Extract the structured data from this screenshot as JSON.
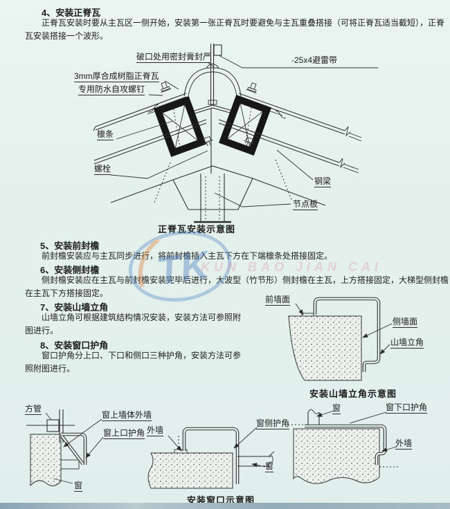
{
  "colors": {
    "background": "#e4f0ec",
    "ink": "#222222",
    "watermark_blue": "#4d80c4",
    "watermark_orange": "#e08440",
    "watermark_pink": "#e590a8"
  },
  "sections": {
    "s4": {
      "heading": "4、安装正脊瓦",
      "body": "正脊瓦安装时要从主瓦区一侧开始，安装第一张正脊瓦时要避免与主瓦重叠搭接（可将正脊瓦适当截短），正脊瓦安装搭接一个波形。"
    },
    "s5": {
      "heading": "5、安装前封檐",
      "body": "前封檐安装应与主瓦同步进行，将前封檐插入主瓦下方在下端檩条处搭接固定。"
    },
    "s6": {
      "heading": "6、安装侧封檐",
      "body": "侧封檐安装应在主瓦与前封檐安装完毕后进行，大波型（竹节形）侧封檐在主瓦，上方搭接固定，大梯型侧封檐在主瓦下方搭接固定。"
    },
    "s7": {
      "heading": "7、安装山墙立角",
      "body": "山墙立角可根据建筑结构情况安装，安装方法可参照附图进行。"
    },
    "s8": {
      "heading": "8、安装窗口护角",
      "body": "窗口护角分上口、下口和侧口三种护角，安装方法可参照附图进行。"
    }
  },
  "ridge_diagram": {
    "caption": "正脊瓦安装示意图",
    "labels": {
      "seal": "破口处用密封膏封严",
      "lightning_strip": "-25x4避雷带",
      "resin_tile": "3mm厚合成树脂正脊瓦",
      "screw": "专用防水自攻螺钉",
      "purlin": "檩条",
      "bolt": "螺栓",
      "steel_beam": "钢梁",
      "gusset_plate": "节点板"
    }
  },
  "gable_diagram": {
    "caption": "安装山墙立角示意图",
    "labels": {
      "front_wall": "前墙面",
      "side_wall": "侧墙面",
      "gable_corner": "山墙立角"
    }
  },
  "window_diagram": {
    "caption": "安装窗口示意图",
    "labels": {
      "square_tube": "方管",
      "wall_above_window": "窗上墙体外墙",
      "top_corner_guard": "窗上口护角",
      "window_left": "窗",
      "outer_wall_mid": "外墙",
      "side_corner_guard": "窗侧护角",
      "window_mid": "窗",
      "window_right": "窗",
      "bottom_corner_guard": "窗下口护角",
      "outer_wall_right": "外墙"
    }
  },
  "watermark": {
    "logo": "TK",
    "subtext": "KUN BAO JIAN CAI"
  }
}
